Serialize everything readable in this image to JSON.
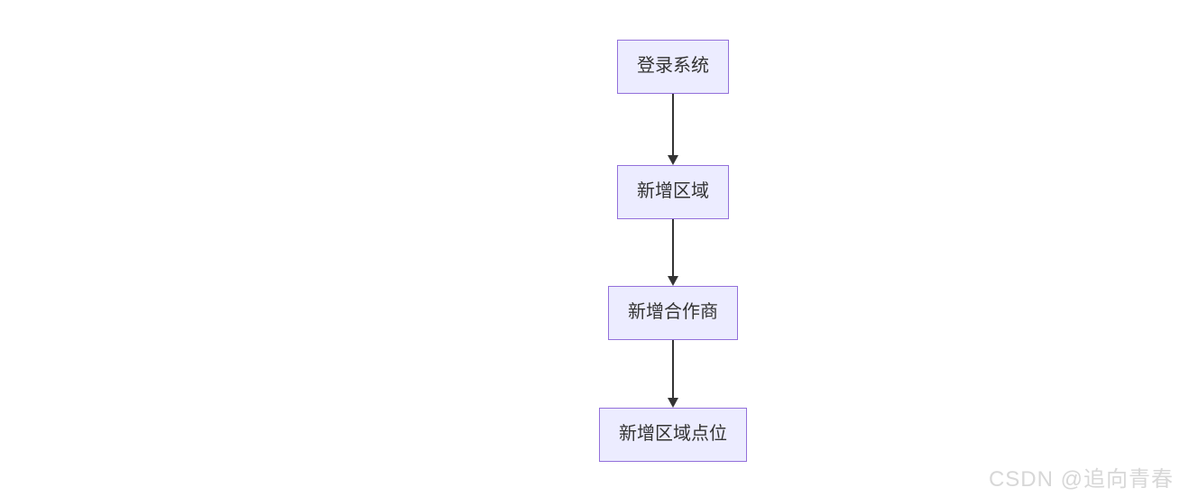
{
  "flowchart": {
    "nodes": [
      {
        "id": "login",
        "label": "登录系统"
      },
      {
        "id": "add-region",
        "label": "新增区域"
      },
      {
        "id": "add-partner",
        "label": "新增合作商"
      },
      {
        "id": "add-region-point",
        "label": "新增区域点位"
      }
    ],
    "edges": [
      {
        "from": "登录系统",
        "to": "新增区域"
      },
      {
        "from": "新增区域",
        "to": "新增合作商"
      },
      {
        "from": "新增合作商",
        "to": "新增区域点位"
      }
    ],
    "colors": {
      "node_fill": "#ECECFF",
      "node_border": "#9370DB",
      "node_text": "#333333",
      "arrow": "#333333",
      "background": "#ffffff",
      "watermark": "#d7d7d7"
    }
  },
  "watermark": {
    "text": "CSDN @追向青春"
  }
}
